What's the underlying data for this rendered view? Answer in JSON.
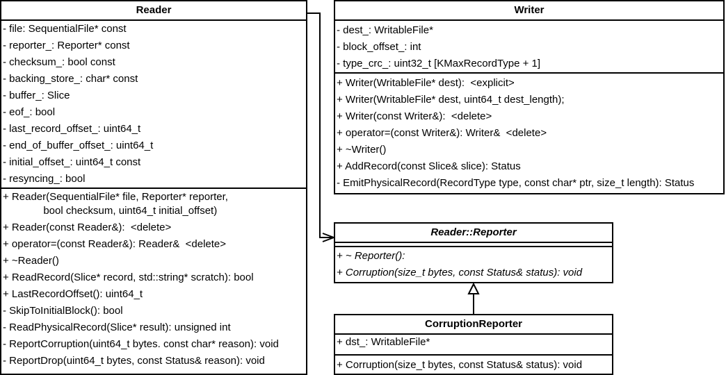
{
  "classes": {
    "reader": {
      "name": "Reader",
      "attributes": [
        "- file: SequentialFile* const",
        "- reporter_: Reporter* const",
        "- checksum_: bool const",
        "- backing_store_: char* const",
        "- buffer_: Slice",
        "- eof_: bool",
        "- last_record_offset_: uint64_t",
        "- end_of_buffer_offset_: uint64_t",
        "- initial_offset_: uint64_t const",
        "- resyncing_: bool"
      ],
      "operations": [
        "+ Reader(SequentialFile* file, Reporter* reporter,\n              bool checksum, uint64_t initial_offset)",
        "+ Reader(const Reader&):  <delete>",
        "+ operator=(const Reader&): Reader&  <delete>",
        "+ ~Reader()",
        "+ ReadRecord(Slice* record, std::string* scratch): bool",
        "+ LastRecordOffset(): uint64_t",
        "- SkipToInitialBlock(): bool",
        "- ReadPhysicalRecord(Slice* result): unsigned int",
        "- ReportCorruption(uint64_t bytes. const char* reason): void",
        "- ReportDrop(uint64_t bytes, const Status& reason): void"
      ]
    },
    "writer": {
      "name": "Writer",
      "attributes": [
        "- dest_: WritableFile*",
        "- block_offset_: int",
        "- type_crc_: uint32_t [KMaxRecordType + 1]"
      ],
      "operations": [
        "+ Writer(WritableFile* dest):  <explicit>",
        "+ Writer(WritableFile* dest, uint64_t dest_length);",
        "+ Writer(const Writer&):  <delete>",
        "+ operator=(const Writer&): Writer&  <delete>",
        "+ ~Writer()",
        "+ AddRecord(const Slice& slice): Status",
        "- EmitPhysicalRecord(RecordType type, const char* ptr, size_t length): Status"
      ]
    },
    "reporter": {
      "name": "Reader::Reporter",
      "attributes": [],
      "operations": [
        "+ ~ Reporter():",
        "+ Corruption(size_t bytes, const Status& status): void"
      ]
    },
    "corruption_reporter": {
      "name": "CorruptionReporter",
      "attributes": [
        "+ dst_: WritableFile*"
      ],
      "operations": [
        "+ Corruption(size_t bytes, const Status& status): void"
      ]
    }
  }
}
